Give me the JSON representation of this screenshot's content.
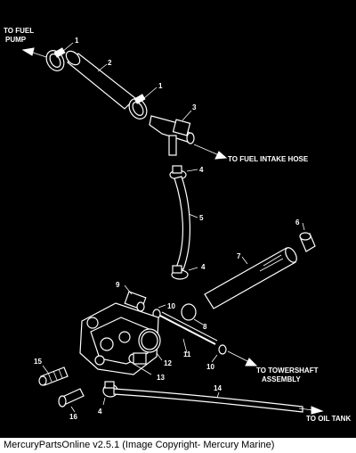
{
  "diagram": {
    "callouts": {
      "to_fuel_pump": "TO FUEL PUMP",
      "to_fuel_intake_hose": "TO FUEL INTAKE HOSE",
      "to_towershaft_assembly": "TO TOWERSHAFT ASSEMBLY",
      "to_oil_tank": "TO OIL TANK"
    },
    "part_numbers": [
      {
        "id": "n1a",
        "text": "1"
      },
      {
        "id": "n2",
        "text": "2"
      },
      {
        "id": "n1b",
        "text": "1"
      },
      {
        "id": "n3",
        "text": "3"
      },
      {
        "id": "n4a",
        "text": "4"
      },
      {
        "id": "n5",
        "text": "5"
      },
      {
        "id": "n6",
        "text": "6"
      },
      {
        "id": "n7",
        "text": "7"
      },
      {
        "id": "n4b",
        "text": "4"
      },
      {
        "id": "n9",
        "text": "9"
      },
      {
        "id": "n10a",
        "text": "10"
      },
      {
        "id": "n8",
        "text": "8"
      },
      {
        "id": "n11",
        "text": "11"
      },
      {
        "id": "n12",
        "text": "12"
      },
      {
        "id": "n10b",
        "text": "10"
      },
      {
        "id": "n15",
        "text": "15"
      },
      {
        "id": "n13",
        "text": "13"
      },
      {
        "id": "n14",
        "text": "14"
      },
      {
        "id": "n16",
        "text": "16"
      },
      {
        "id": "n4c",
        "text": "4"
      }
    ]
  },
  "footer": {
    "caption": "MercuryPartsOnline v2.5.1 (Image Copyright- Mercury Marine)"
  }
}
